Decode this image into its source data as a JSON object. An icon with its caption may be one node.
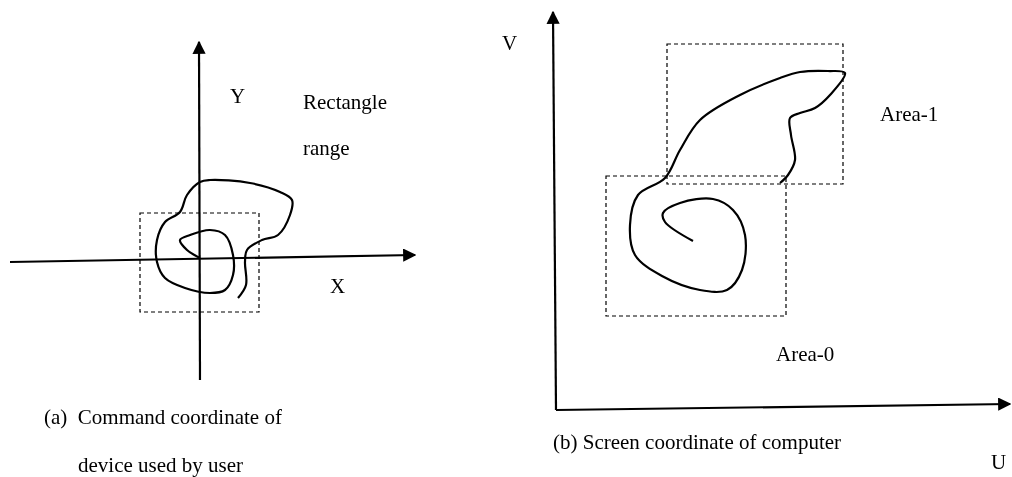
{
  "diagram": {
    "nodes": [
      {
        "text": [],
        "shape": "box",
        "beside": [
          "Rectangle range"
        ]
      },
      {
        "text": [],
        "shape": "box",
        "beside": [
          "Area-1"
        ]
      },
      {
        "text": [],
        "shape": "box",
        "beside": [
          "Area-0"
        ]
      }
    ],
    "labels": [
      "Y",
      "X",
      "(a)  Command coordinate of device used by user",
      "V",
      "(b) Screen coordinate of computer",
      "U"
    ]
  }
}
